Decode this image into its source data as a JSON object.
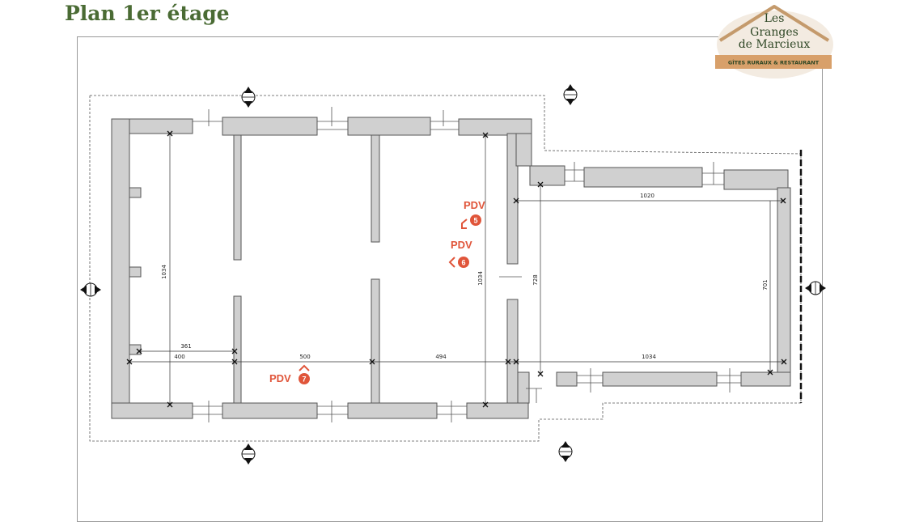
{
  "page": {
    "title": "Plan 1er étage"
  },
  "logo": {
    "line1": "Les",
    "line2": "Granges",
    "line3": "de Marcieux",
    "tagline": "GÎTES RURAUX & RESTAURANT"
  },
  "dimensions": {
    "d361": "361",
    "d400": "400",
    "d500": "500",
    "d494": "494",
    "d1034_bottom": "1034",
    "d1020": "1020",
    "d1034_left": "1034",
    "d1034_mid": "1034",
    "d728": "728",
    "d701": "701"
  },
  "viewpoints": [
    {
      "label": "PDV",
      "number": "5"
    },
    {
      "label": "PDV",
      "number": "6"
    },
    {
      "label": "PDV",
      "number": "7"
    }
  ],
  "colors": {
    "wall": "#d0d0d0",
    "wall_stroke": "#555555",
    "accent": "#e0553a",
    "title": "#4a6b34"
  }
}
